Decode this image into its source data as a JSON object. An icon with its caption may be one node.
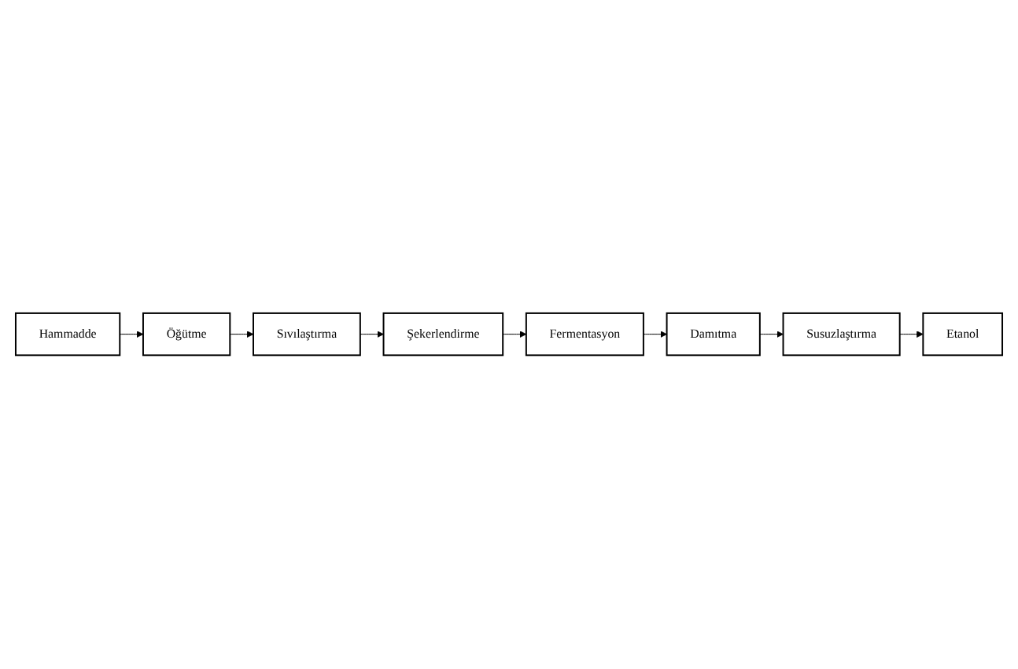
{
  "diagram": {
    "nodes": [
      {
        "text": [
          "Hammadde"
        ]
      },
      {
        "text": [
          "Öğütme"
        ]
      },
      {
        "text": [
          "Sıvılaştırma"
        ]
      },
      {
        "text": [
          "Şekerlendirme"
        ]
      },
      {
        "text": [
          "Fermentasyon"
        ]
      },
      {
        "text": [
          "Damıtma"
        ]
      },
      {
        "text": [
          "Susuzlaştırma"
        ]
      },
      {
        "text": [
          "Etanol"
        ]
      }
    ],
    "edges": [
      {
        "from": 0,
        "to": 1,
        "arrow": "to"
      },
      {
        "from": 1,
        "to": 2,
        "arrow": "to"
      },
      {
        "from": 2,
        "to": 3,
        "arrow": "to"
      },
      {
        "from": 3,
        "to": 4,
        "arrow": "to"
      },
      {
        "from": 4,
        "to": 5,
        "arrow": "to"
      },
      {
        "from": 5,
        "to": 6,
        "arrow": "to"
      },
      {
        "from": 6,
        "to": 7,
        "arrow": "to"
      }
    ]
  }
}
